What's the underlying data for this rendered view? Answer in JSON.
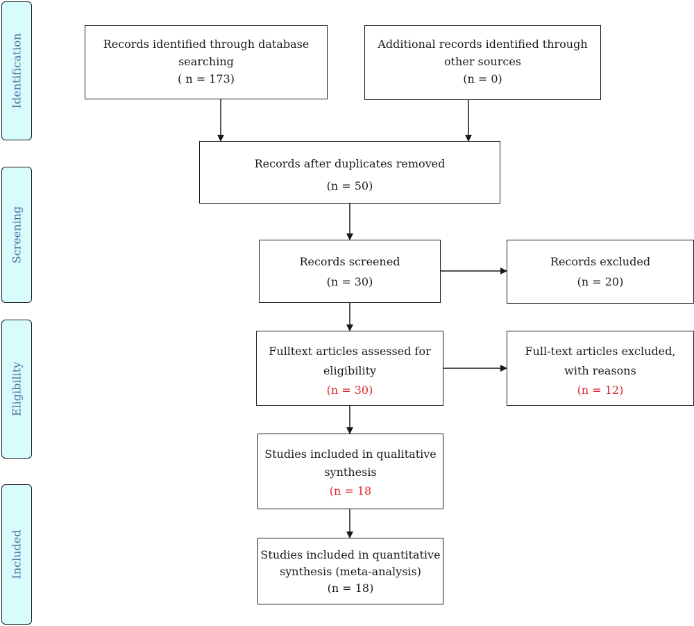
{
  "phases": {
    "identification": "Identification",
    "screening": "Screening",
    "eligibility": "Eligibility",
    "included": "Included"
  },
  "boxes": {
    "database": {
      "line1": "Records identified through database",
      "line2": "searching",
      "count": "( n = 173)"
    },
    "other": {
      "line1": "Additional records identified through",
      "line2": "other sources",
      "count": "(n = 0)"
    },
    "duplicates": {
      "line1": "Records after duplicates removed",
      "count": "(n = 50)"
    },
    "screened": {
      "line1": "Records screened",
      "count": "(n = 30)"
    },
    "excluded": {
      "line1": "Records excluded",
      "count": "(n = 20)"
    },
    "fulltext": {
      "line1": "Fulltext articles assessed for",
      "line2": "eligibility",
      "count": "(n = 30)"
    },
    "fulltext_excluded": {
      "line1": "Full-text articles excluded,",
      "line2": "with reasons",
      "count": "(n = 12)"
    },
    "qualitative": {
      "line1": "Studies included in qualitative",
      "line2": "synthesis",
      "count": "(n = 18"
    },
    "quantitative": {
      "line1": "Studies included in quantitative",
      "line2": "synthesis (meta-analysis)",
      "count": "(n = 18)"
    }
  },
  "colors": {
    "phase_fill": "#d8fbfb",
    "phase_text": "#4a6fa5",
    "highlight": "#e0262b",
    "stroke": "#1a1a1a"
  }
}
